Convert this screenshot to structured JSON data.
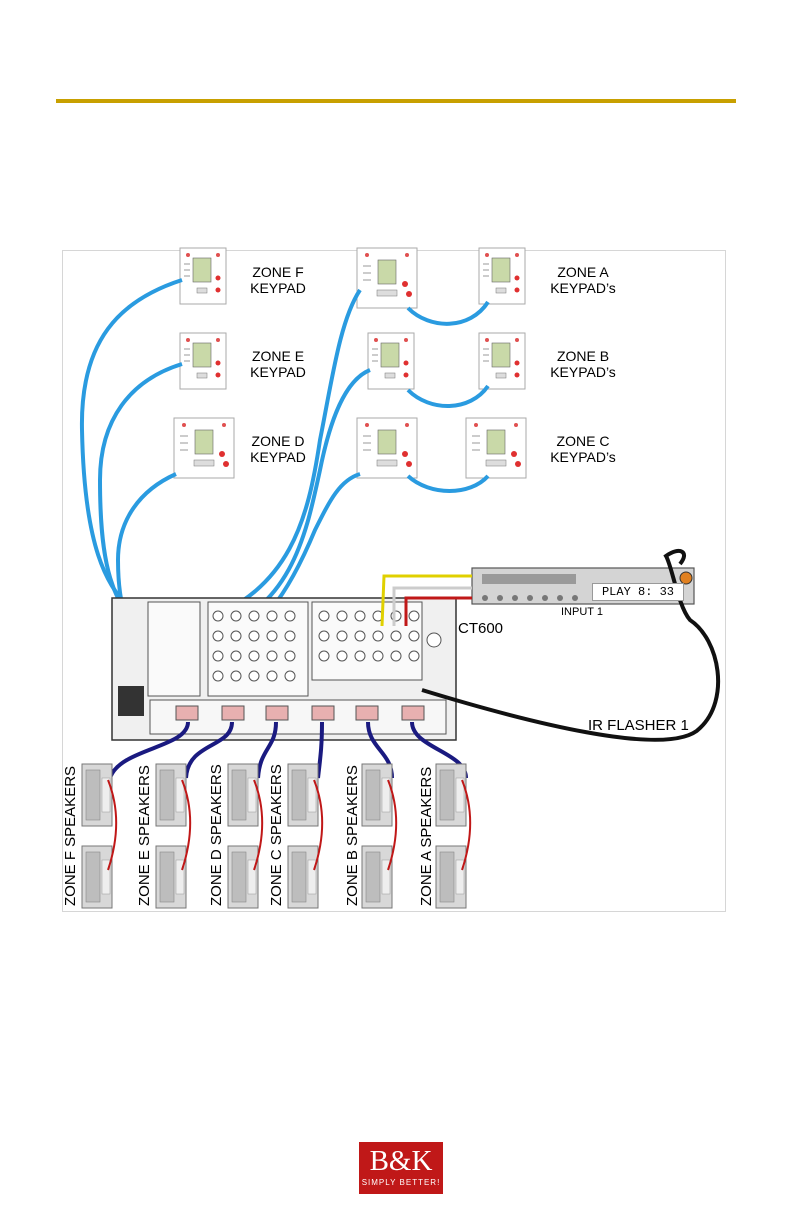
{
  "keypads": {
    "zone_f": {
      "line1": "ZONE F",
      "line2": "KEYPAD"
    },
    "zone_e": {
      "line1": "ZONE E",
      "line2": "KEYPAD"
    },
    "zone_d": {
      "line1": "ZONE D",
      "line2": "KEYPAD"
    },
    "zone_a": {
      "line1": "ZONE A",
      "line2": "KEYPAD’s"
    },
    "zone_b": {
      "line1": "ZONE B",
      "line2": "KEYPAD’s"
    },
    "zone_c": {
      "line1": "ZONE C",
      "line2": "KEYPAD’s"
    }
  },
  "source": {
    "name": "CT600",
    "display": "PLAY 8: 33",
    "input_label": "INPUT 1"
  },
  "ir_flasher": "IR FLASHER 1",
  "speakers": [
    "ZONE F SPEAKERS",
    "ZONE E SPEAKERS",
    "ZONE D SPEAKERS",
    "ZONE C SPEAKERS",
    "ZONE B SPEAKERS",
    "ZONE A SPEAKERS"
  ],
  "logo": {
    "brand": "B&K",
    "tagline": "SIMPLY BETTER!"
  },
  "colors": {
    "rule": "#c8a000",
    "cat5": "#2a9be0",
    "speaker_wire": "#1a1a80",
    "brand_red": "#c01818"
  }
}
